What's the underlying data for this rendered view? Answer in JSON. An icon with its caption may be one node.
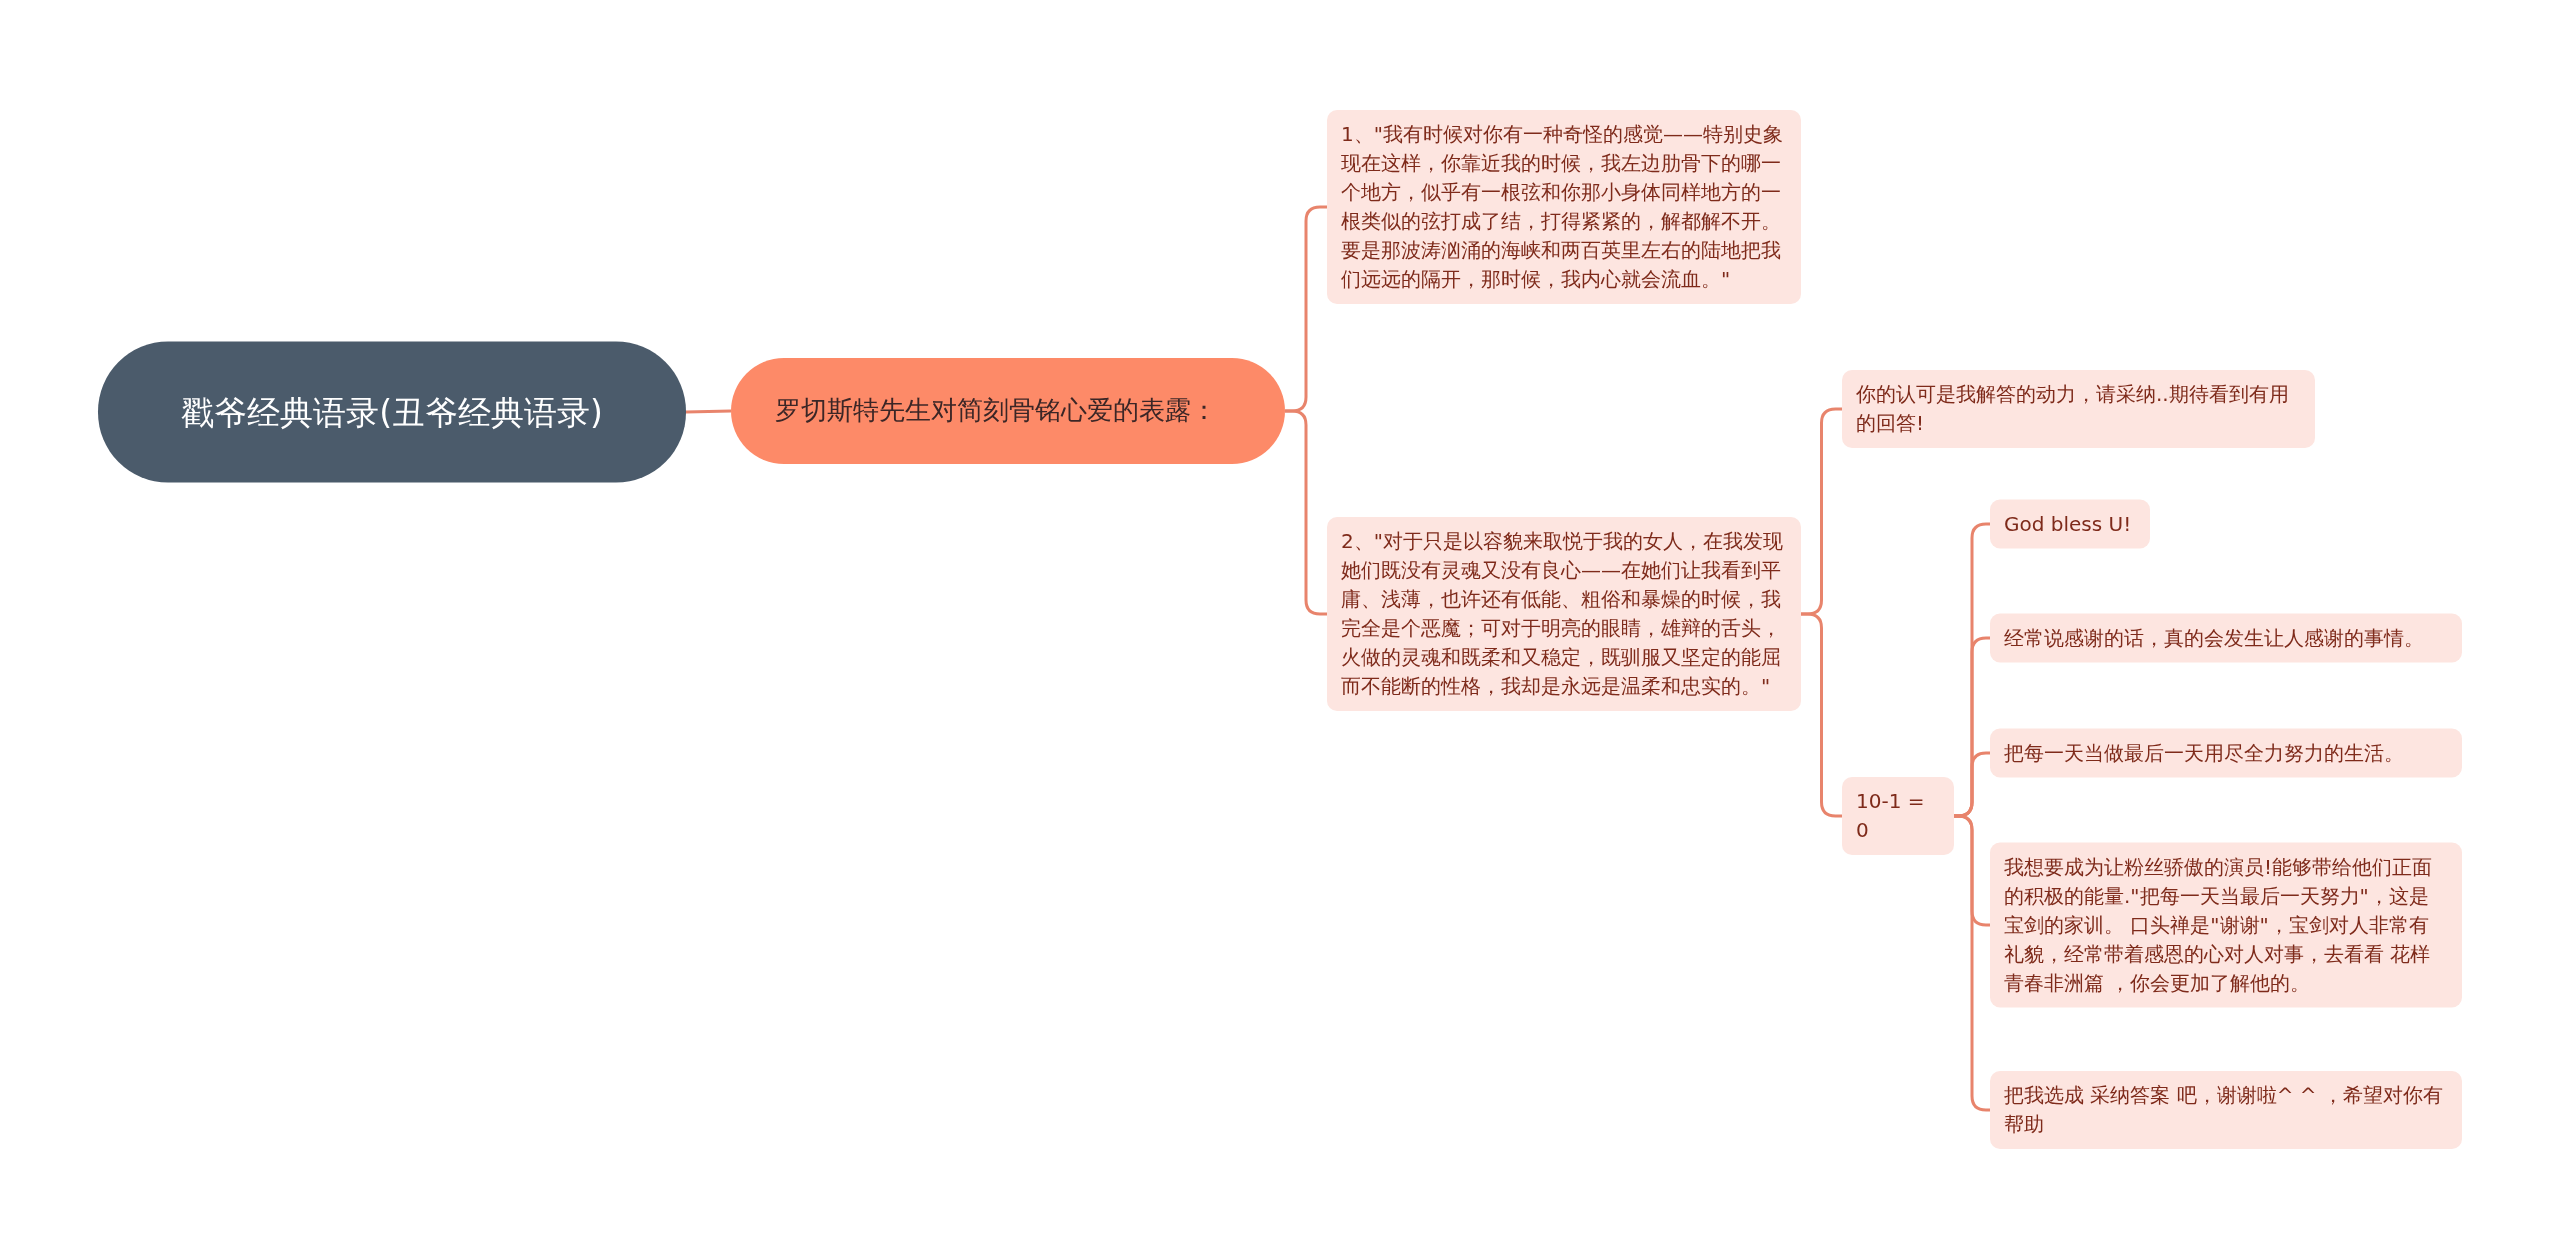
{
  "diagram": {
    "nodes": [
      {
        "text": [
          "戳爷经典语录(丑爷经典语录)"
        ]
      },
      {
        "text": [
          "罗切斯特先生对简刻骨铭心爱的表露："
        ]
      },
      {
        "text": [
          "1、\"我有时候对你有一种奇怪的感觉——特别史象现在这样，你靠近我的时候，我左边肋骨下的哪一个地方，似乎有一根弦和你那小身体同样地方的一根类似的弦打成了结，打得紧紧的，解都解不开。要是那波涛汹涌的海峡和两百英里左右的陆地把我们远远的隔开，那时候，我内心就会流血。\""
        ]
      },
      {
        "text": [
          "2、\"对于只是以容貌来取悦于我的女人，在我发现她们既没有灵魂又没有良心——在她们让我看到平庸、浅薄，也许还有低能、粗俗和暴燥的时候，我完全是个恶魔；可对于明亮的眼睛，雄辩的舌头，火做的灵魂和既柔和又稳定，既驯服又坚定的能屈而不能断的性格，我却是永远是温柔和忠实的。\""
        ]
      },
      {
        "text": [
          "你的认可是我解答的动力，请采纳..期待看到有用的回答!"
        ]
      },
      {
        "text": [
          "10-1 = 0"
        ]
      },
      {
        "text": [
          "God bless U!"
        ]
      },
      {
        "text": [
          "经常说感谢的话，真的会发生让人感谢的事情。"
        ]
      },
      {
        "text": [
          "把每一天当做最后一天用尽全力努力的生活。"
        ]
      },
      {
        "text": [
          "我想要成为让粉丝骄傲的演员!能够带给他们正面的积极的能量.\"把每一天当最后一天努力\"，这是宝剑的家训。 口头禅是\"谢谢\"，宝剑对人非常有礼貌，经常带着感恩的心对人对事，去看看 花样青春非洲篇 ，你会更加了解他的。"
        ]
      },
      {
        "text": [
          "把我选成 采纳答案 吧，谢谢啦^ ^ ，希望对你有帮助"
        ]
      }
    ],
    "edges": [
      {
        "from": 0,
        "to": 1,
        "arrow": "none"
      },
      {
        "from": 1,
        "to": 2,
        "arrow": "none"
      },
      {
        "from": 1,
        "to": 3,
        "arrow": "none"
      },
      {
        "from": 3,
        "to": 4,
        "arrow": "none"
      },
      {
        "from": 3,
        "to": 5,
        "arrow": "none"
      },
      {
        "from": 5,
        "to": 6,
        "arrow": "none"
      },
      {
        "from": 5,
        "to": 7,
        "arrow": "none"
      },
      {
        "from": 5,
        "to": 8,
        "arrow": "none"
      },
      {
        "from": 5,
        "to": 9,
        "arrow": "none"
      },
      {
        "from": 5,
        "to": 10,
        "arrow": "none"
      }
    ]
  }
}
